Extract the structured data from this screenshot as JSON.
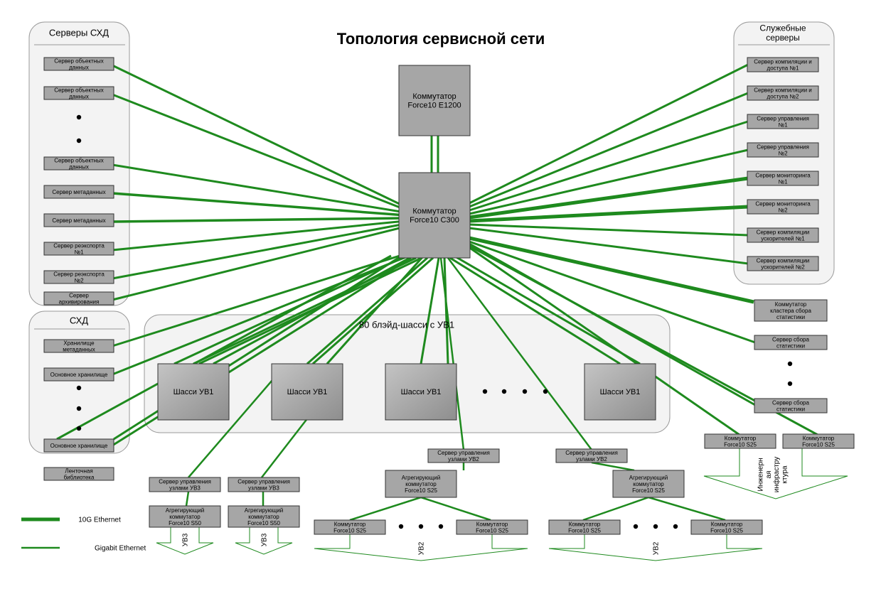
{
  "title": "Топология сервисной сети",
  "groups": {
    "storage_servers": "Серверы СХД",
    "service_servers_line1": "Служебные",
    "service_servers_line2": "серверы",
    "storage": "СХД",
    "blade_chassis": "80 блэйд-шасси с УВ1"
  },
  "core_switches": {
    "e1200": [
      "Коммутатор",
      "Force10 E1200"
    ],
    "c300": [
      "Коммутатор",
      "Force10 C300"
    ]
  },
  "storage_servers": [
    [
      "Сервер объектных",
      "данных"
    ],
    [
      "Сервер объектных",
      "данных"
    ],
    [
      "Сервер объектных",
      "данных"
    ],
    [
      "Сервер метаданных"
    ],
    [
      "Сервер метаданных"
    ],
    [
      "Сервер реэкспорта",
      "№1"
    ],
    [
      "Сервер реэкспорта",
      "№2"
    ],
    [
      "Сервер",
      "архивирования"
    ]
  ],
  "storage_units": [
    [
      "Хранилище",
      "метаданных"
    ],
    [
      "Основное хранилище"
    ],
    [
      "Основное хранилище"
    ],
    [
      "Ленточная",
      "библиотека"
    ]
  ],
  "service_servers": [
    [
      "Сервер компиляции и",
      "доступа №1"
    ],
    [
      "Сервер компиляции и",
      "доступа №2"
    ],
    [
      "Сервер управления",
      "№1"
    ],
    [
      "Сервер управления",
      "№2"
    ],
    [
      "Сервер мониторинга",
      "№1"
    ],
    [
      "Сервер мониторинга",
      "№2"
    ],
    [
      "Сервер компиляции",
      "ускорителей №1"
    ],
    [
      "Сервер компиляции",
      "ускорителей №2"
    ]
  ],
  "stats": {
    "cluster_switch": [
      "Коммутатор",
      "кластера сбора",
      "статистики"
    ],
    "stats_server": [
      "Сервер сбора",
      "статистики"
    ],
    "switch_s25": [
      "Коммутатор",
      "Force10 S25"
    ],
    "infra_label": [
      "Инженерн",
      "ая",
      "инфрастру",
      "ктура"
    ]
  },
  "chassis_label": "Шасси УВ1",
  "uv2": {
    "mgmt": [
      "Сервер управления",
      "узлами УВ2"
    ],
    "agg": [
      "Агрегирующий",
      "коммутатор",
      "Force10 S25"
    ],
    "switch": [
      "Коммутатор",
      "Force10 S25"
    ],
    "label": "УВ2"
  },
  "uv3": {
    "mgmt": [
      "Сервер управления",
      "узлами УВ3"
    ],
    "agg": [
      "Агрегирующий",
      "коммутатор",
      "Force10 S50"
    ],
    "label": "УВ3"
  },
  "legend": {
    "ten_g": "10G Ethernet",
    "gigabit": "Gigabit Ethernet"
  },
  "colors": {
    "link": "#1e8a1e",
    "box_fill": "#a6a6a6",
    "box_stroke": "#333333",
    "group_fill": "#f3f3f3",
    "group_stroke": "#9a9a9a"
  }
}
